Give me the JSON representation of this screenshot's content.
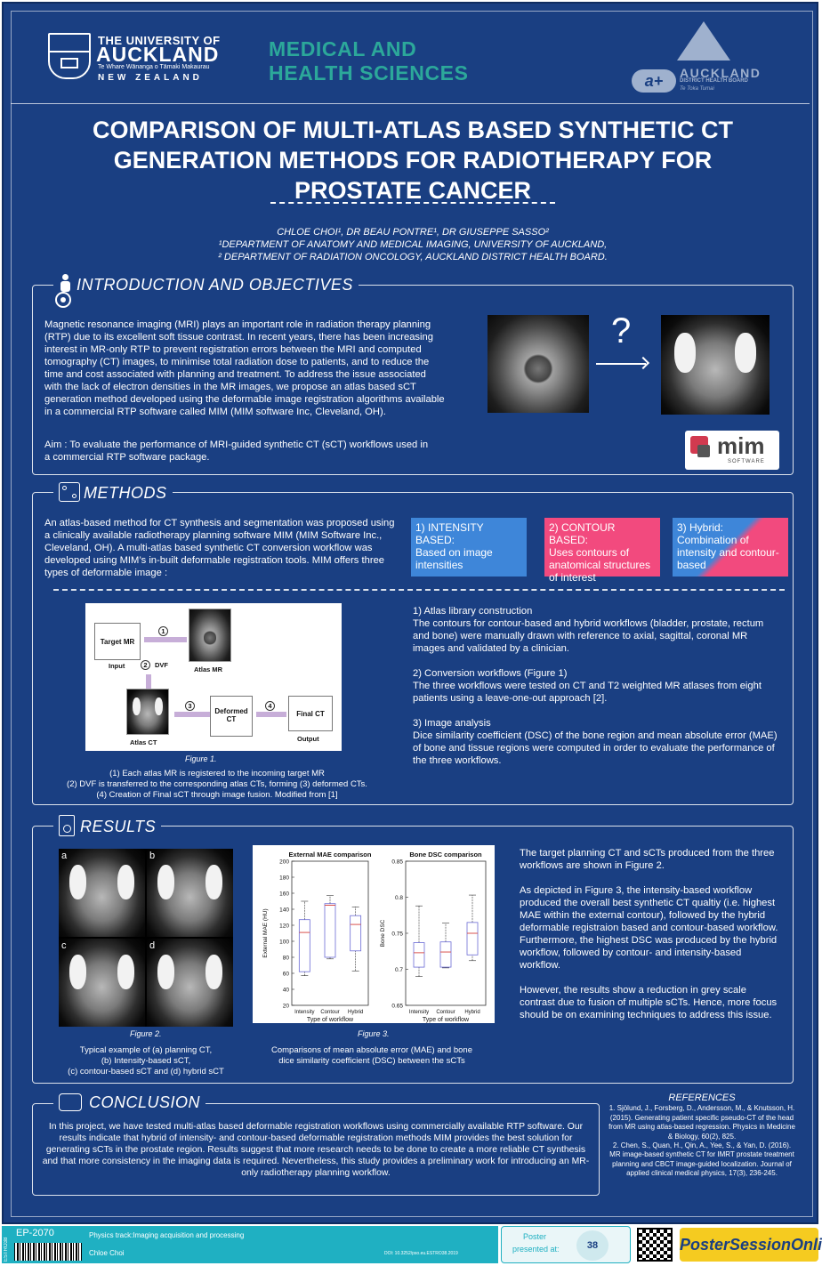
{
  "header": {
    "uoa_line1": "THE UNIVERSITY OF",
    "uoa_line2": "AUCKLAND",
    "uoa_line3": "Te Whare Wānanga o Tāmaki Makaurau",
    "uoa_line4": "NEW ZEALAND",
    "faculty_line1": "MEDICAL AND",
    "faculty_line2": "HEALTH SCIENCES",
    "adhb_mark": "a+",
    "adhb_line1": "AUCKLAND",
    "adhb_line2": "DISTRICT HEALTH BOARD",
    "adhb_line3": "Te Toka Tumai"
  },
  "title": {
    "line1": "COMPARISON OF MULTI-ATLAS BASED SYNTHETIC CT",
    "line2": "GENERATION METHODS FOR RADIOTHERAPY FOR",
    "line3": "PROSTATE CANCER"
  },
  "authors": {
    "names": "CHLOE CHOI¹,   DR BEAU PONTRE¹,   DR GIUSEPPE SASSO²",
    "affil1": "¹DEPARTMENT OF ANATOMY AND MEDICAL IMAGING, UNIVERSITY OF AUCKLAND,",
    "affil2": "² DEPARTMENT OF RADIATION ONCOLOGY, AUCKLAND DISTRICT HEALTH BOARD."
  },
  "intro": {
    "heading": "INTRODUCTION AND OBJECTIVES",
    "body": "Magnetic resonance imaging (MRI) plays an important role in radiation therapy planning (RTP) due to its excellent soft tissue contrast. In recent years, there has been increasing interest in MR-only RTP to prevent registration errors between the MRI and computed tomography (CT) images, to minimise total radiation dose to patients, and to reduce the time and cost associated with planning and treatment. To address the issue associated with the lack of electron densities in the MR images, we propose an atlas based sCT generation method developed using the deformable image registration algorithms available in a commercial RTP software called MIM (MIM software Inc, Cleveland, OH).",
    "aim": "Aim : To evaluate the performance of MRI-guided synthetic CT (sCT) workflows used in a commercial RTP software package.",
    "question_mark": "?",
    "mim_logo": "mim",
    "mim_sub": "SOFTWARE"
  },
  "methods": {
    "heading": "METHODS",
    "body": "An atlas-based method for CT synthesis and segmentation was proposed using a clinically available radiotherapy planning software MIM (MIM Software Inc., Cleveland, OH). A multi-atlas based synthetic CT conversion workflow was developed using MIM’s in-built deformable registration tools. MIM offers three types of deformable image :",
    "workflows": [
      {
        "title": "1) INTENSITY BASED:",
        "desc": "Based on image intensities"
      },
      {
        "title": "2) CONTOUR BASED:",
        "desc": "Uses contours of anatomical structures of interest"
      },
      {
        "title": "3) Hybrid:",
        "desc": "Combination of intensity and contour-based"
      }
    ],
    "figure": {
      "target_mr": "Target MR",
      "input": "Input",
      "atlas_mr": "Atlas MR",
      "dvf": "DVF",
      "atlas_ct": "Atlas CT",
      "deformed_ct": "Deformed CT",
      "final_ct": "Final CT",
      "output": "Output",
      "n1": "1",
      "n2": "2",
      "n3": "3",
      "n4": "4"
    },
    "fig_label": "Figure 1.",
    "fig_caption1": "(1) Each atlas MR is registered to the incoming target MR",
    "fig_caption2": "(2) DVF is transferred to the corresponding atlas CTs, forming (3) deformed CTs.",
    "fig_caption3": "(4) Creation of Final sCT through image fusion. Modified from [1]",
    "steps": [
      {
        "title": "1) Atlas library construction",
        "text": "The contours for contour-based and hybrid workflows (bladder, prostate, rectum and bone) were manually drawn with reference to axial, sagittal, coronal MR images and validated by a clinician."
      },
      {
        "title": "2) Conversion workflows (Figure 1)",
        "text": "The three workflows were tested on CT and T2 weighted MR atlases from eight patients using a leave-one-out approach [2]."
      },
      {
        "title": "3) Image analysis",
        "text": "Dice similarity coefficient (DSC) of the bone region and mean absolute error (MAE) of bone and tissue regions were computed in order to evaluate the performance of the three workflows."
      }
    ]
  },
  "results": {
    "heading": "RESULTS",
    "fig2_panels": [
      "a",
      "b",
      "c",
      "d"
    ],
    "fig2_label": "Figure 2.",
    "fig2_caption1": "Typical example of (a) planning CT,",
    "fig2_caption2": "(b) Intensity-based sCT,",
    "fig2_caption3": "(c) contour-based sCT and (d) hybrid sCT",
    "fig3_label": "Figure 3.",
    "fig3_caption1": "Comparisons of mean absolute error (MAE) and bone",
    "fig3_caption2": "dice similarity coefficient (DSC) between the sCTs",
    "text1": "The target planning CT and sCTs produced from the three workflows are shown in Figure 2.",
    "text2": "As depicted in Figure 3, the intensity-based workflow produced the overall best synthetic CT qualtiy (i.e. highest MAE within the external contour), followed by the hybrid deformable registraion based and contour-based workflow.",
    "text3": "Furthermore, the highest DSC was produced by the hybrid workflow, followed by contour- and intensity-based workflow.",
    "text4": "However, the results show a reduction in grey scale contrast due to fusion of multiple sCTs. Hence, more focus should be on examining techniques to address this issue."
  },
  "chart_data": [
    {
      "type": "box",
      "title": "External MAE comparison",
      "xlabel": "Type of workflow",
      "ylabel": "External MAE (HU)",
      "categories": [
        "Intensity",
        "Contour",
        "Hybrid"
      ],
      "ylim": [
        20,
        200
      ],
      "yticks": [
        20,
        40,
        60,
        80,
        100,
        120,
        140,
        160,
        180,
        200
      ],
      "boxes": [
        {
          "whisker_low": 57,
          "q1": 62,
          "median": 111,
          "q3": 127,
          "whisker_high": 150
        },
        {
          "whisker_low": 78,
          "q1": 80,
          "median": 145,
          "q3": 147,
          "whisker_high": 157
        },
        {
          "whisker_low": 63,
          "q1": 88,
          "median": 121,
          "q3": 132,
          "whisker_high": 143
        }
      ]
    },
    {
      "type": "box",
      "title": "Bone DSC comparison",
      "xlabel": "Type of workflow",
      "ylabel": "Bone DSC",
      "categories": [
        "Intensity",
        "Contour",
        "Hybrid"
      ],
      "ylim": [
        0.65,
        0.85
      ],
      "yticks": [
        0.65,
        0.7,
        0.75,
        0.8,
        0.85
      ],
      "boxes": [
        {
          "whisker_low": 0.69,
          "q1": 0.703,
          "median": 0.723,
          "q3": 0.737,
          "whisker_high": 0.788
        },
        {
          "whisker_low": 0.702,
          "q1": 0.703,
          "median": 0.724,
          "q3": 0.738,
          "whisker_high": 0.764
        },
        {
          "whisker_low": 0.712,
          "q1": 0.72,
          "median": 0.75,
          "q3": 0.765,
          "whisker_high": 0.803
        }
      ]
    }
  ],
  "conclusion": {
    "heading": "CONCLUSION",
    "body": "In this project, we have tested multi-atlas based deformable registration workflows using commercially available RTP software. Our results indicate that hybrid of intensity- and contour-based deformable registration methods MIM provides the best solution for generating sCTs in the prostate region. Results suggest that more research needs to be done to create a more reliable CT synthesis and that more consistency in the imaging data is required. Nevertheless, this study provides a preliminary work for introducing an MR-only radiotherapy planning workflow."
  },
  "references": {
    "heading": "REFERENCES",
    "ref1": "1. Sjölund, J., Forsberg, D., Andersson, M., & Knutsson, H. (2015). Generating patient specific pseudo-CT of the head from MR using atlas-based regression. Physics in Medicine & Biology, 60(2), 825.",
    "ref2": "2. Chen, S., Quan, H., Qin, A., Yee, S., & Yan, D. (2016). MR image‐based synthetic CT for IMRT prostate treatment planning and CBCT image‐guided localization. Journal of applied clinical medical physics, 17(3), 236-245."
  },
  "footer": {
    "poster_id": "EP-2070",
    "side_code": "ESTRO38",
    "track": "Physics track:Imaging acquisition and processing",
    "author": "Chloe Choi",
    "doi": "DOI: 10.3252/pso.eu.ESTRO38.2019",
    "presented_label": "Poster",
    "presented_label2": "presented at:",
    "event_badge": "38",
    "brand": "PosterSessionOnline"
  }
}
